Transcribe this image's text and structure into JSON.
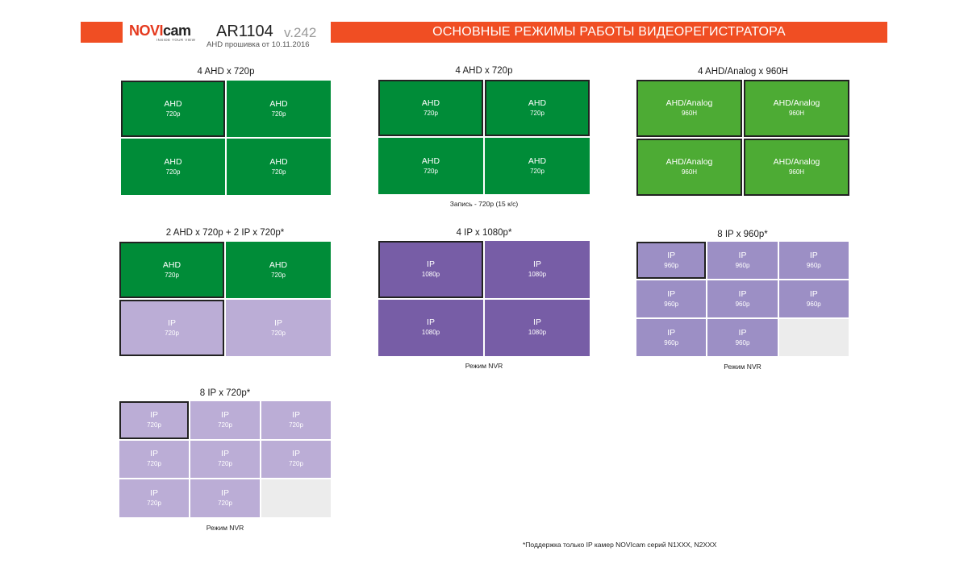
{
  "header": {
    "logo_novi": "NOVI",
    "logo_cam": "cam",
    "logo_tagline": "inside your view",
    "model": "AR1104",
    "version": "v.242",
    "firmware": "AHD прошивка от 10.11.2016",
    "banner": "ОСНОВНЫЕ РЕЖИМЫ РАБОТЫ ВИДЕОРЕГИСТРАТОРА"
  },
  "colors": {
    "accent_orange": "#f04e23",
    "ahd_green": "#008c38",
    "analog_green": "#4dab34",
    "ip1080_purple": "#775da6",
    "ip960_purple": "#9c8fc5",
    "ip720_lilac": "#bbadd6",
    "empty_gray": "#ececec"
  },
  "layouts": [
    {
      "title": "4 AHD x 720p",
      "caption": "",
      "cells": [
        {
          "type": "AHD",
          "res": "720p",
          "selected": true
        },
        {
          "type": "AHD",
          "res": "720p"
        },
        {
          "type": "AHD",
          "res": "720p"
        },
        {
          "type": "AHD",
          "res": "720p"
        }
      ]
    },
    {
      "title": "4 AHD x 720p",
      "caption": "Запись - 720р (15 к/с)",
      "cells": [
        {
          "type": "AHD",
          "res": "720p",
          "selected": true
        },
        {
          "type": "AHD",
          "res": "720p",
          "selected": true
        },
        {
          "type": "AHD",
          "res": "720p"
        },
        {
          "type": "AHD",
          "res": "720p"
        }
      ]
    },
    {
      "title": "4 AHD/Analog x 960H",
      "caption": "",
      "cells": [
        {
          "type": "AHD/Analog",
          "res": "960H",
          "selected": true
        },
        {
          "type": "AHD/Analog",
          "res": "960H",
          "selected": true
        },
        {
          "type": "AHD/Analog",
          "res": "960H",
          "selected": true
        },
        {
          "type": "AHD/Analog",
          "res": "960H",
          "selected": true
        }
      ]
    },
    {
      "title": "2 AHD x 720p + 2 IP x 720p*",
      "caption": "",
      "cells": [
        {
          "type": "AHD",
          "res": "720p",
          "selected": true
        },
        {
          "type": "AHD",
          "res": "720p"
        },
        {
          "type": "IP",
          "res": "720p",
          "selected": true
        },
        {
          "type": "IP",
          "res": "720p"
        }
      ]
    },
    {
      "title": "4 IP x 1080p*",
      "caption": "Режим NVR",
      "cells": [
        {
          "type": "IP",
          "res": "1080p",
          "selected": true
        },
        {
          "type": "IP",
          "res": "1080p"
        },
        {
          "type": "IP",
          "res": "1080p"
        },
        {
          "type": "IP",
          "res": "1080p"
        }
      ]
    },
    {
      "title": "8 IP x 960p*",
      "caption": "Режим NVR",
      "cells": [
        {
          "type": "IP",
          "res": "960p",
          "selected": true
        },
        {
          "type": "IP",
          "res": "960p"
        },
        {
          "type": "IP",
          "res": "960p"
        },
        {
          "type": "IP",
          "res": "960p"
        },
        {
          "type": "IP",
          "res": "960p"
        },
        {
          "type": "IP",
          "res": "960p"
        },
        {
          "type": "IP",
          "res": "960p"
        },
        {
          "type": "IP",
          "res": "960p"
        },
        {
          "type": "",
          "res": ""
        }
      ]
    },
    {
      "title": "8 IP x 720p*",
      "caption": "Режим NVR",
      "cells": [
        {
          "type": "IP",
          "res": "720p",
          "selected": true
        },
        {
          "type": "IP",
          "res": "720p"
        },
        {
          "type": "IP",
          "res": "720p"
        },
        {
          "type": "IP",
          "res": "720p"
        },
        {
          "type": "IP",
          "res": "720p"
        },
        {
          "type": "IP",
          "res": "720p"
        },
        {
          "type": "IP",
          "res": "720p"
        },
        {
          "type": "IP",
          "res": "720p"
        },
        {
          "type": "",
          "res": ""
        }
      ]
    }
  ],
  "footnote": "*Поддержка только IP камер NOVIcam серий N1XXX, N2XXX"
}
